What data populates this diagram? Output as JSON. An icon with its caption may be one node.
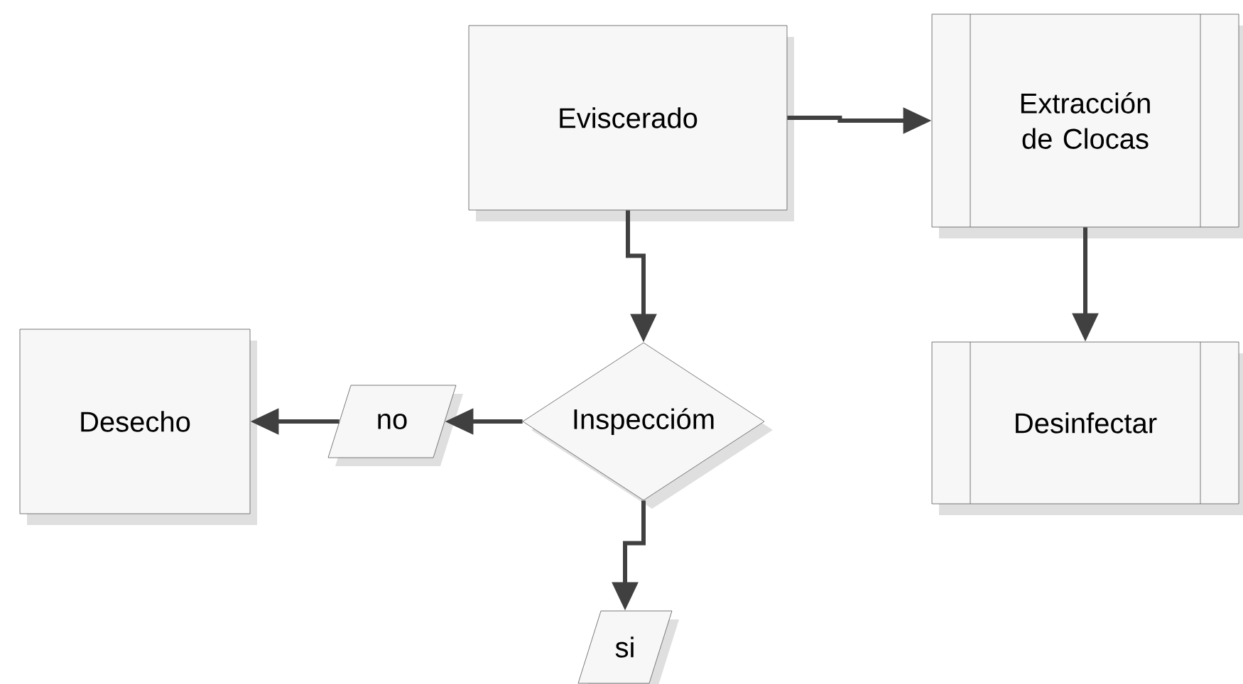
{
  "diagram": {
    "nodes": [
      {
        "text": [
          "Eviscerado"
        ]
      },
      {
        "text": [
          "Extracción de Clocas"
        ]
      },
      {
        "text": [
          "Inspeccióm"
        ]
      },
      {
        "text": [
          "no"
        ]
      },
      {
        "text": [
          "Desecho"
        ]
      },
      {
        "text": [
          "si"
        ]
      },
      {
        "text": [
          "Desinfectar"
        ]
      }
    ],
    "edges": [
      {
        "from": 0,
        "to": 1,
        "arrow": "to"
      },
      {
        "from": 0,
        "to": 2,
        "arrow": "to"
      },
      {
        "from": 1,
        "to": 6,
        "arrow": "to"
      },
      {
        "from": 2,
        "to": 3,
        "arrow": "to"
      },
      {
        "from": 3,
        "to": 4,
        "arrow": "to"
      },
      {
        "from": 2,
        "to": 5,
        "arrow": "to"
      }
    ]
  }
}
